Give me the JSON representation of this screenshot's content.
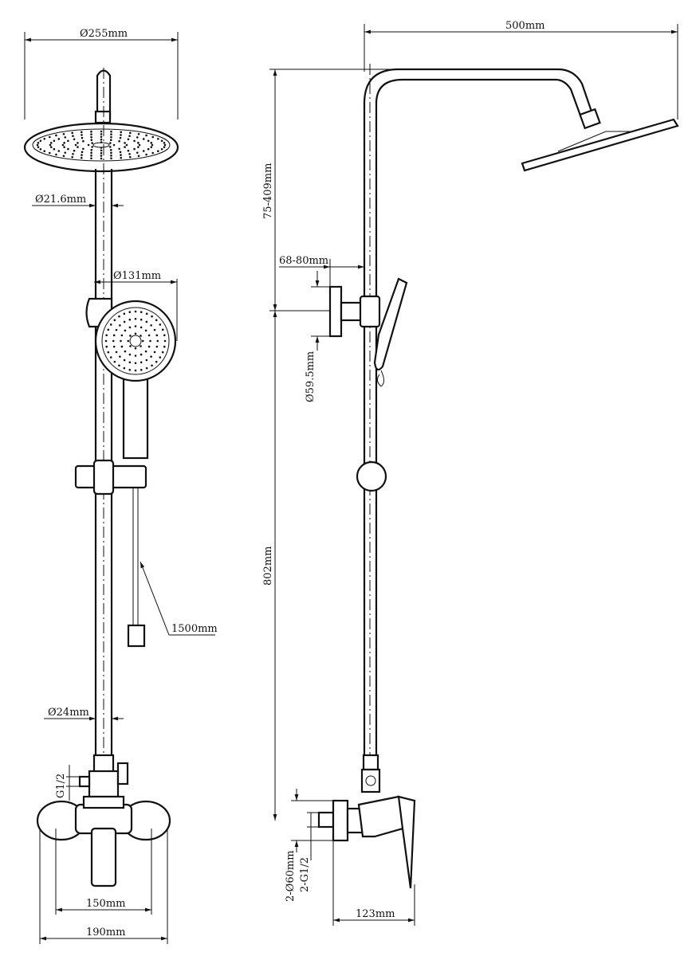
{
  "title": "Shower system dimension drawing",
  "front_view": {
    "head_diameter": "Ø255mm",
    "pipe_upper_diameter": "Ø21.6mm",
    "hand_shower_diameter": "Ø131mm",
    "hose_length": "1500mm",
    "pipe_lower_diameter": "Ø24mm",
    "outlet_thread": "G1/2",
    "mixer_inner_width": "150mm",
    "mixer_outer_width": "190mm"
  },
  "side_view": {
    "arm_reach": "500mm",
    "upper_height": "75-409mm",
    "bracket_offset": "68-80mm",
    "bracket_diameter": "Ø59.5mm",
    "lower_height": "802mm",
    "cover_diameter": "2-Ø60mm",
    "inlet_thread": "2-G1/2",
    "mixer_depth": "123mm"
  }
}
